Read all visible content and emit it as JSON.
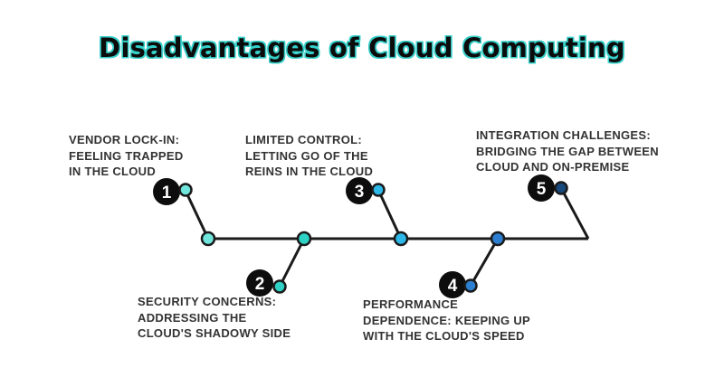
{
  "title": "Disadvantages of Cloud Computing",
  "style": {
    "title_outline_color": "#35cfc9",
    "line_color": "#1a1a1a",
    "badge_color": "#0d0d0d",
    "label_color": "#333333",
    "background_color": "#ffffff"
  },
  "steps": [
    {
      "number": "1",
      "color": "#70e5dc",
      "position": "above",
      "lines": [
        "VENDOR LOCK-IN:",
        "FEELING TRAPPED",
        "IN THE CLOUD"
      ]
    },
    {
      "number": "2",
      "color": "#2ed1c4",
      "position": "below",
      "lines": [
        "SECURITY CONCERNS:",
        "ADDRESSING THE",
        "CLOUD'S SHADOWY SIDE"
      ]
    },
    {
      "number": "3",
      "color": "#2db8e8",
      "position": "above",
      "lines": [
        "LIMITED CONTROL:",
        "LETTING GO OF THE",
        "REINS IN THE CLOUD"
      ]
    },
    {
      "number": "4",
      "color": "#2c7fd0",
      "position": "below",
      "lines": [
        "PERFORMANCE",
        "DEPENDENCE: KEEPING UP",
        "WITH THE CLOUD'S SPEED"
      ]
    },
    {
      "number": "5",
      "color": "#17497c",
      "position": "above",
      "lines": [
        "INTEGRATION CHALLENGES:",
        "BRIDGING THE GAP BETWEEN",
        "CLOUD AND ON-PREMISE"
      ]
    }
  ]
}
